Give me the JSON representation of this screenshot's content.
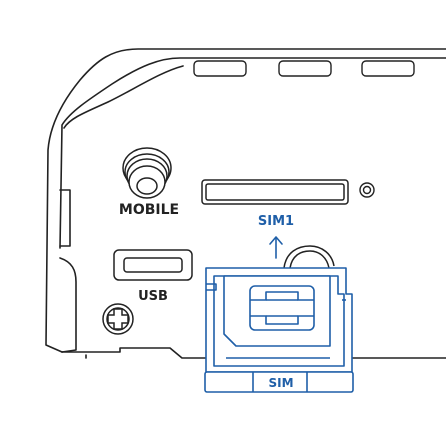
{
  "labels": {
    "mobile": "MOBILE",
    "usb": "USB",
    "sim1": "SIM1",
    "sim_tray": "SIM"
  },
  "colors": {
    "outline": "#222222",
    "accent": "#1f5fa8",
    "background": "#ffffff"
  },
  "icons": {
    "antenna_connector": "coaxial-connector-icon",
    "screw": "phillips-screw-icon",
    "insert_arrow": "arrow-up-icon",
    "led": "indicator-led-icon"
  }
}
